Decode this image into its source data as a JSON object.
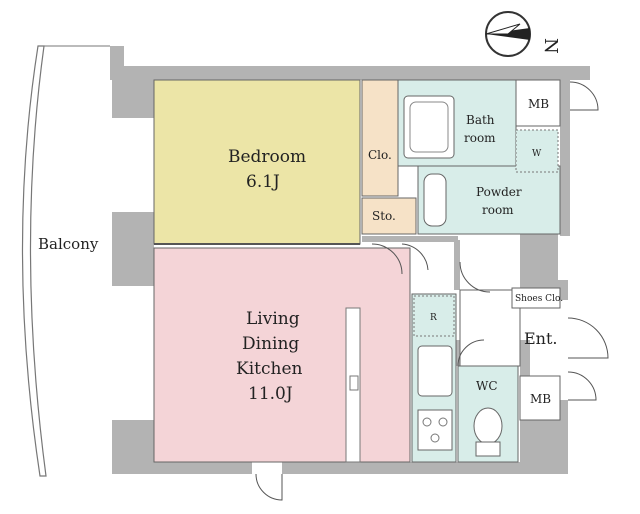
{
  "compass": {
    "north_label": "N"
  },
  "rooms": {
    "balcony": "Balcony",
    "bedroom": "Bedroom",
    "bedroom_size": "6.1J",
    "closet": "Clo.",
    "storage": "Sto.",
    "bath_line1": "Bath",
    "bath_line2": "room",
    "powder_line1": "Powder",
    "powder_line2": "room",
    "washer": "W",
    "mb_top": "MB",
    "mb_bottom": "MB",
    "ldk_line1": "Living",
    "ldk_line2": "Dining",
    "ldk_line3": "Kitchen",
    "ldk_size": "11.0J",
    "fridge": "R",
    "shoes_closet": "Shoes Clo.",
    "entrance": "Ent.",
    "wc": "WC"
  },
  "colors": {
    "bedroom": "#ece5a7",
    "ldk": "#f4d4d7",
    "wet_area": "#d8ede9",
    "closet": "#f6e2c7",
    "wall": "#b3b3b3"
  }
}
